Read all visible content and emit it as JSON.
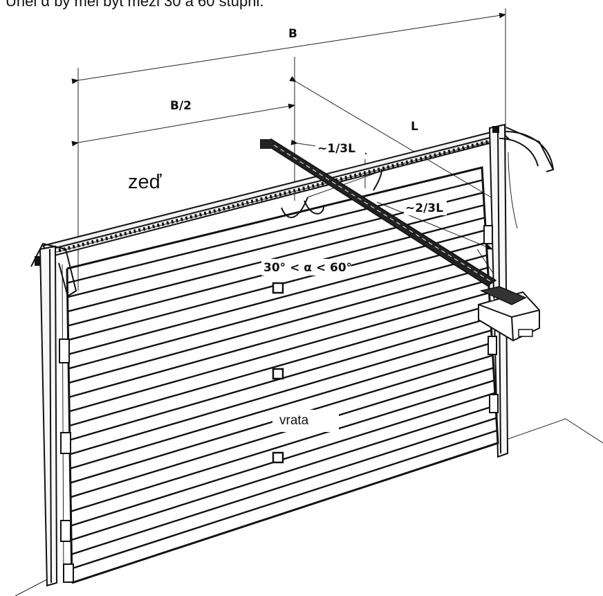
{
  "header": {
    "caption_fragment": "Úhel α by měl být mezi 30 a 60 stupni."
  },
  "labels": {
    "width": "B",
    "half_width": "B/2",
    "rail_length": "L",
    "one_third": "~1/3L",
    "two_thirds": "~2/3L",
    "angle_range": "30° < α < 60°",
    "wall": "zeď",
    "door": "vrata"
  }
}
